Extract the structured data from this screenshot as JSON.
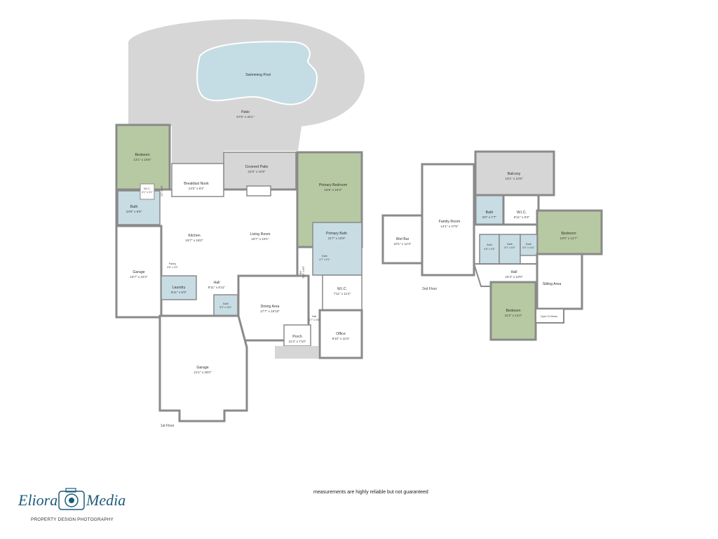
{
  "floors": {
    "first": "1st Floor",
    "second": "2nd Floor"
  },
  "rooms_first": {
    "pool": {
      "name": "Swimming Pool",
      "dim": ""
    },
    "patio": {
      "name": "Patio",
      "dim": "57'6\" x 34'1\""
    },
    "bedroom": {
      "name": "Bedroom",
      "dim": "13'1\" x 16'6\""
    },
    "wic_small": {
      "name": "W.I.C.",
      "dim": "4'1\" x 3'1\""
    },
    "closet_small": {
      "name": "3'1\" x 4'8\""
    },
    "bath_left": {
      "name": "Bath",
      "dim": "10'9\" x 8'5\""
    },
    "breakfast": {
      "name": "Breakfast Nook",
      "dim": "13'2\" x 9'2\""
    },
    "covered_patio": {
      "name": "Covered Patio",
      "dim": "31'6\" x 10'9\""
    },
    "primary_bedroom": {
      "name": "Primary Bedroom",
      "dim": "15'9\" x 24'3\""
    },
    "kitchen": {
      "name": "Kitchen",
      "dim": "15'7\" x 18'0\""
    },
    "living": {
      "name": "Living Room",
      "dim": "18'7\" x 19'1\""
    },
    "primary_bath": {
      "name": "Primary Bath",
      "dim": "11'7\" x 13'8\""
    },
    "bath_mini": {
      "name": "Bath",
      "dim": "4'7\" x 5'1\""
    },
    "garage_left": {
      "name": "Garage",
      "dim": "16'7\" x 22'2\""
    },
    "pantry": {
      "name": "Pantry",
      "dim": "4'6\" x 4'0\""
    },
    "hall": {
      "name": "Hall",
      "dim": "9'11\" x 8'11\""
    },
    "laundry": {
      "name": "Laundry",
      "dim": "8'11\" x 6'0\""
    },
    "bath_half": {
      "name": "Bath",
      "dim": "5'0\" x 4'11\""
    },
    "dining": {
      "name": "Dining Area",
      "dim": "17'7\" x 15'10\""
    },
    "wic_primary": {
      "name": "W.I.C.",
      "dim": "7'11\" x 11'4\""
    },
    "hall_small": {
      "name": "Hall",
      "dim": "3'7\" x 3'6\""
    },
    "office": {
      "name": "Office",
      "dim": "9'10\" x 11'5\""
    },
    "porch": {
      "name": "Porch",
      "dim": "11'4\" x 7'10\""
    },
    "garage_main": {
      "name": "Garage",
      "dim": "21'1\" x 26'0\""
    },
    "ref": {
      "name": "Ref.",
      "dim": "3'10\" x 8'6\""
    }
  },
  "rooms_second": {
    "balcony": {
      "name": "Balcony",
      "dim": "19'1\" x 10'8\""
    },
    "family": {
      "name": "Family Room",
      "dim": "14'1\" x 27'8\""
    },
    "wet_bar": {
      "name": "Wet Bar",
      "dim": "10'1\" x 11'3\""
    },
    "bath_top": {
      "name": "Bath",
      "dim": "9'0\" x 7'7\""
    },
    "wic": {
      "name": "W.I.C.",
      "dim": "6'11\" x 9'3\""
    },
    "bedroom_right": {
      "name": "Bedroom",
      "dim": "10'0\" x 12'7\""
    },
    "bath_a": {
      "name": "Bath",
      "dim": "4'6\" x 9'5\""
    },
    "bath_b": {
      "name": "Bath",
      "dim": "5'2\" x 5'0\""
    },
    "bath_c": {
      "name": "Bath",
      "dim": "5'0\" x 4'11\""
    },
    "hall": {
      "name": "Hall",
      "dim": "24'4\" x 10'0\""
    },
    "sitting": {
      "name": "Sitting Area",
      "dim": ""
    },
    "bedroom_bottom": {
      "name": "Bedroom",
      "dim": "11'2\" x 14'2\""
    },
    "open_below": {
      "name": "Open To Below",
      "dim": ""
    }
  },
  "footer": {
    "disclaimer": "measurements are highly reliable but not guaranteed",
    "brand_left": "Eliora",
    "brand_right": "Media",
    "tagline": "PROPERTY DESIGN PHOTOGRAPHY"
  },
  "colors": {
    "wall": "#8a8a8a",
    "bedroom": "#b7c9a2",
    "bath": "#c8dce4",
    "patio": "#d4d4d4",
    "pool": "#c4dde4"
  }
}
